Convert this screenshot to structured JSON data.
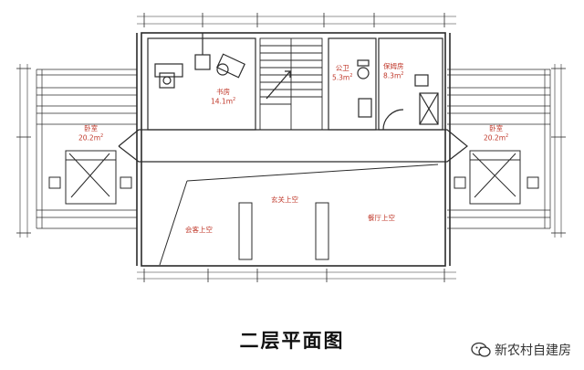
{
  "colors": {
    "line": "#2b2b2b",
    "label": "#c0392b",
    "title": "#111111"
  },
  "rooms": {
    "study": {
      "name": "书房",
      "area": "14.1m",
      "sup": "2"
    },
    "public_wc": {
      "name": "公卫",
      "area": "5.3m",
      "sup": "2"
    },
    "nanny_room": {
      "name": "保姆房",
      "area": "8.3m",
      "sup": "2"
    },
    "bedroom_left": {
      "name": "卧室",
      "area": "20.2m",
      "sup": "2"
    },
    "bedroom_right": {
      "name": "卧室",
      "area": "20.2m",
      "sup": "2"
    }
  },
  "open_areas": {
    "foyer_void": "玄关上空",
    "living_void": "会客上空",
    "dining_void": "餐厅上空"
  },
  "title": "二层平面图",
  "watermark": {
    "text": "新农村自建房",
    "icon": "wechat-icon"
  }
}
